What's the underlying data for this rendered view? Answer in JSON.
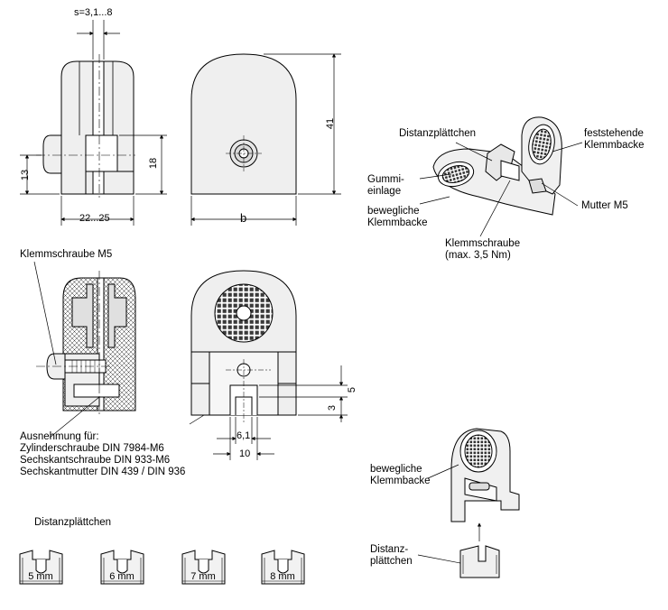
{
  "dimensions": {
    "s": "s=3,1...8",
    "h13_top": "13",
    "h18": "18",
    "w22_25": "22...25",
    "b": "b",
    "h41": "41",
    "d5": "5",
    "d3": "3",
    "w6_1": "6,1",
    "w10": "10"
  },
  "labels": {
    "klemmschraube_m5": "Klemmschraube M5",
    "ausnehmung": [
      "Ausnehmung für:",
      "Zylinderschraube DIN 7984-M6",
      "Sechskantschraube DIN 933-M6",
      "Sechskantmutter DIN 439 / DIN 936"
    ],
    "distanzplaettchen_title": "Distanzplättchen",
    "iso_distanz": "Distanzplättchen",
    "iso_feststehende": [
      "feststehende",
      "Klemmbacke"
    ],
    "iso_gummi": [
      "Gummi-",
      "einlage"
    ],
    "iso_bewegliche": [
      "bewegliche",
      "Klemmbacke"
    ],
    "iso_mutter": "Mutter M5",
    "iso_klemmschraube": [
      "Klemmschraube",
      "(max. 3,5 Nm)"
    ],
    "iso2_bewegliche": [
      "bewegliche",
      "Klemmbacke"
    ],
    "iso2_distanz": [
      "Distanz-",
      "plättchen"
    ]
  },
  "spacers": [
    "5 mm",
    "6 mm",
    "7 mm",
    "8 mm"
  ]
}
